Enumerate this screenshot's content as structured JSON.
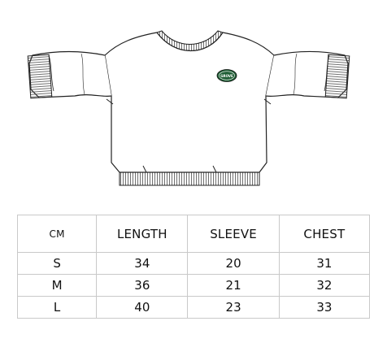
{
  "garment": {
    "logo_text": "GROVE",
    "colors": {
      "outline": "#222222",
      "badge": "#1f5e35"
    }
  },
  "size_table": {
    "headers": [
      "CM",
      "LENGTH",
      "SLEEVE",
      "CHEST"
    ],
    "rows": [
      {
        "size": "S",
        "length": "34",
        "sleeve": "20",
        "chest": "31"
      },
      {
        "size": "M",
        "length": "36",
        "sleeve": "21",
        "chest": "32"
      },
      {
        "size": "L",
        "length": "40",
        "sleeve": "23",
        "chest": "33"
      }
    ]
  }
}
